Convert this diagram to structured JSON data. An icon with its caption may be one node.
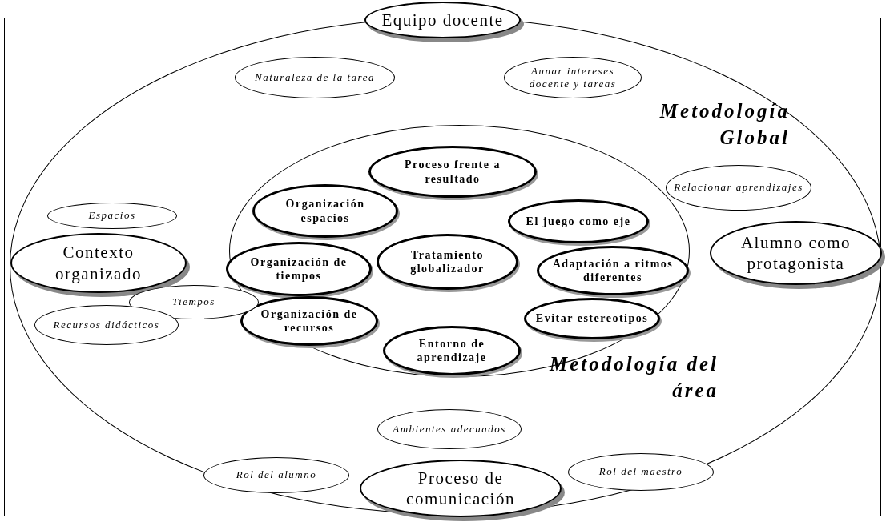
{
  "diagram": {
    "nodes": [
      {
        "text": [
          "Metodología Global"
        ]
      },
      {
        "text": [
          "Equipo docente"
        ]
      },
      {
        "text": [
          "Naturaleza de la tarea"
        ],
        "in": 0
      },
      {
        "text": [
          "Aunar intereses docente y tareas"
        ],
        "in": 0
      },
      {
        "text": [
          "Relacionar aprendizajes"
        ],
        "in": 0
      },
      {
        "text": [
          "Espacios"
        ],
        "in": 0
      },
      {
        "text": [
          "Contexto organizado"
        ],
        "in": 0
      },
      {
        "text": [
          "Metodología del área"
        ],
        "in": 0
      },
      {
        "text": [
          "Proceso frente a resultado"
        ],
        "in": 7
      },
      {
        "text": [
          "Organización espacios"
        ],
        "in": 7
      },
      {
        "text": [
          "El juego como eje"
        ],
        "in": 7
      },
      {
        "text": [
          "Organización de tiempos"
        ],
        "in": 7
      },
      {
        "text": [
          "Tratamiento globalizador"
        ],
        "in": 7
      },
      {
        "text": [
          "Adaptación a ritmos diferentes"
        ],
        "in": 7
      },
      {
        "text": [
          "Alumno como protagonista"
        ],
        "in": 0
      },
      {
        "text": [
          "Tiempos"
        ],
        "in": 0
      },
      {
        "text": [
          "Recursos didácticos"
        ],
        "in": 0
      },
      {
        "text": [
          "Organización de recursos"
        ],
        "in": 7
      },
      {
        "text": [
          "Evitar estereotipos"
        ],
        "in": 7
      },
      {
        "text": [
          "Entorno de aprendizaje"
        ],
        "in": 7
      },
      {
        "text": [
          "Ambientes adecuados"
        ],
        "in": 0
      },
      {
        "text": [
          "Rol del alumno"
        ],
        "in": 0
      },
      {
        "text": [
          "Proceso de comunicación"
        ],
        "in": 0
      },
      {
        "text": [
          "Rol del maestro"
        ],
        "in": 0
      }
    ]
  }
}
